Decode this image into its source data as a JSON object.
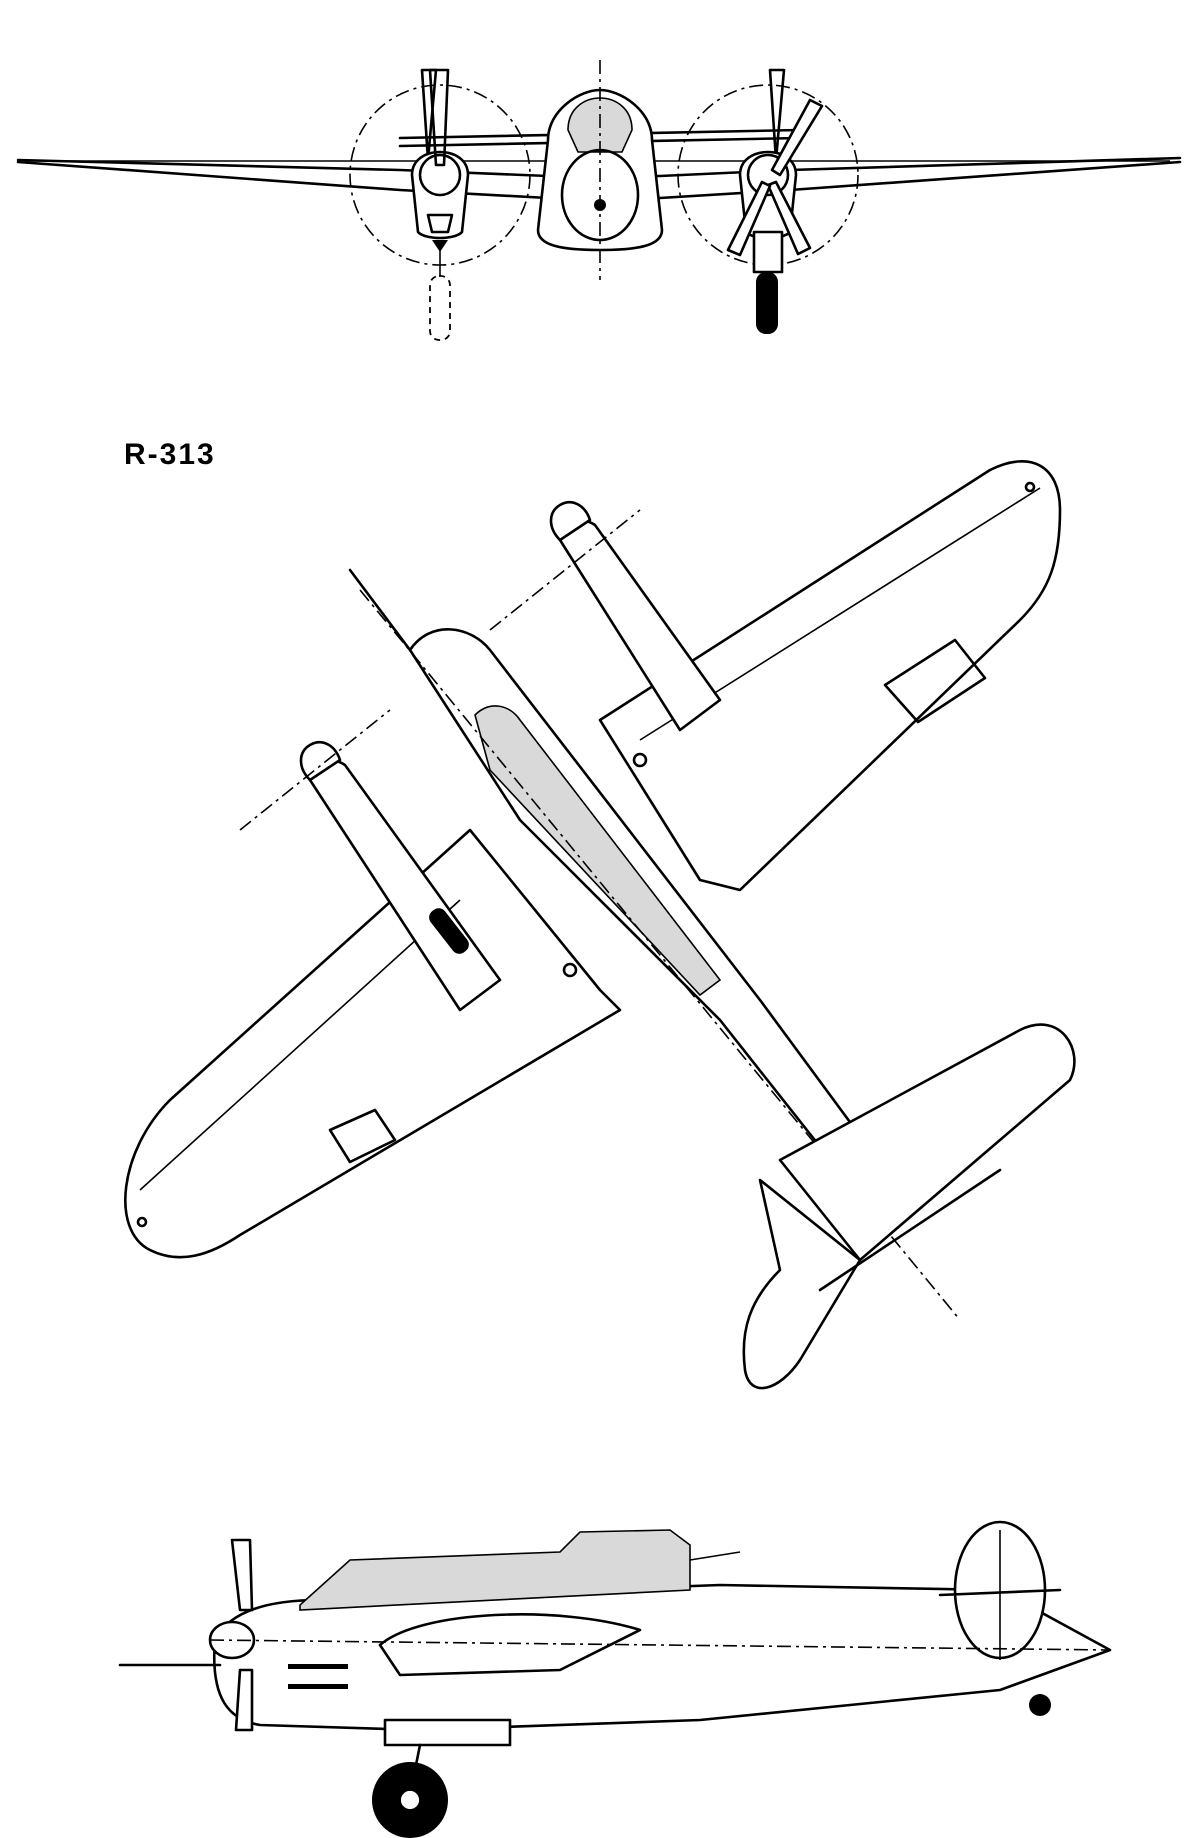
{
  "drawing": {
    "designation": "R-313",
    "views": [
      "front-view",
      "top-view",
      "side-view"
    ]
  }
}
